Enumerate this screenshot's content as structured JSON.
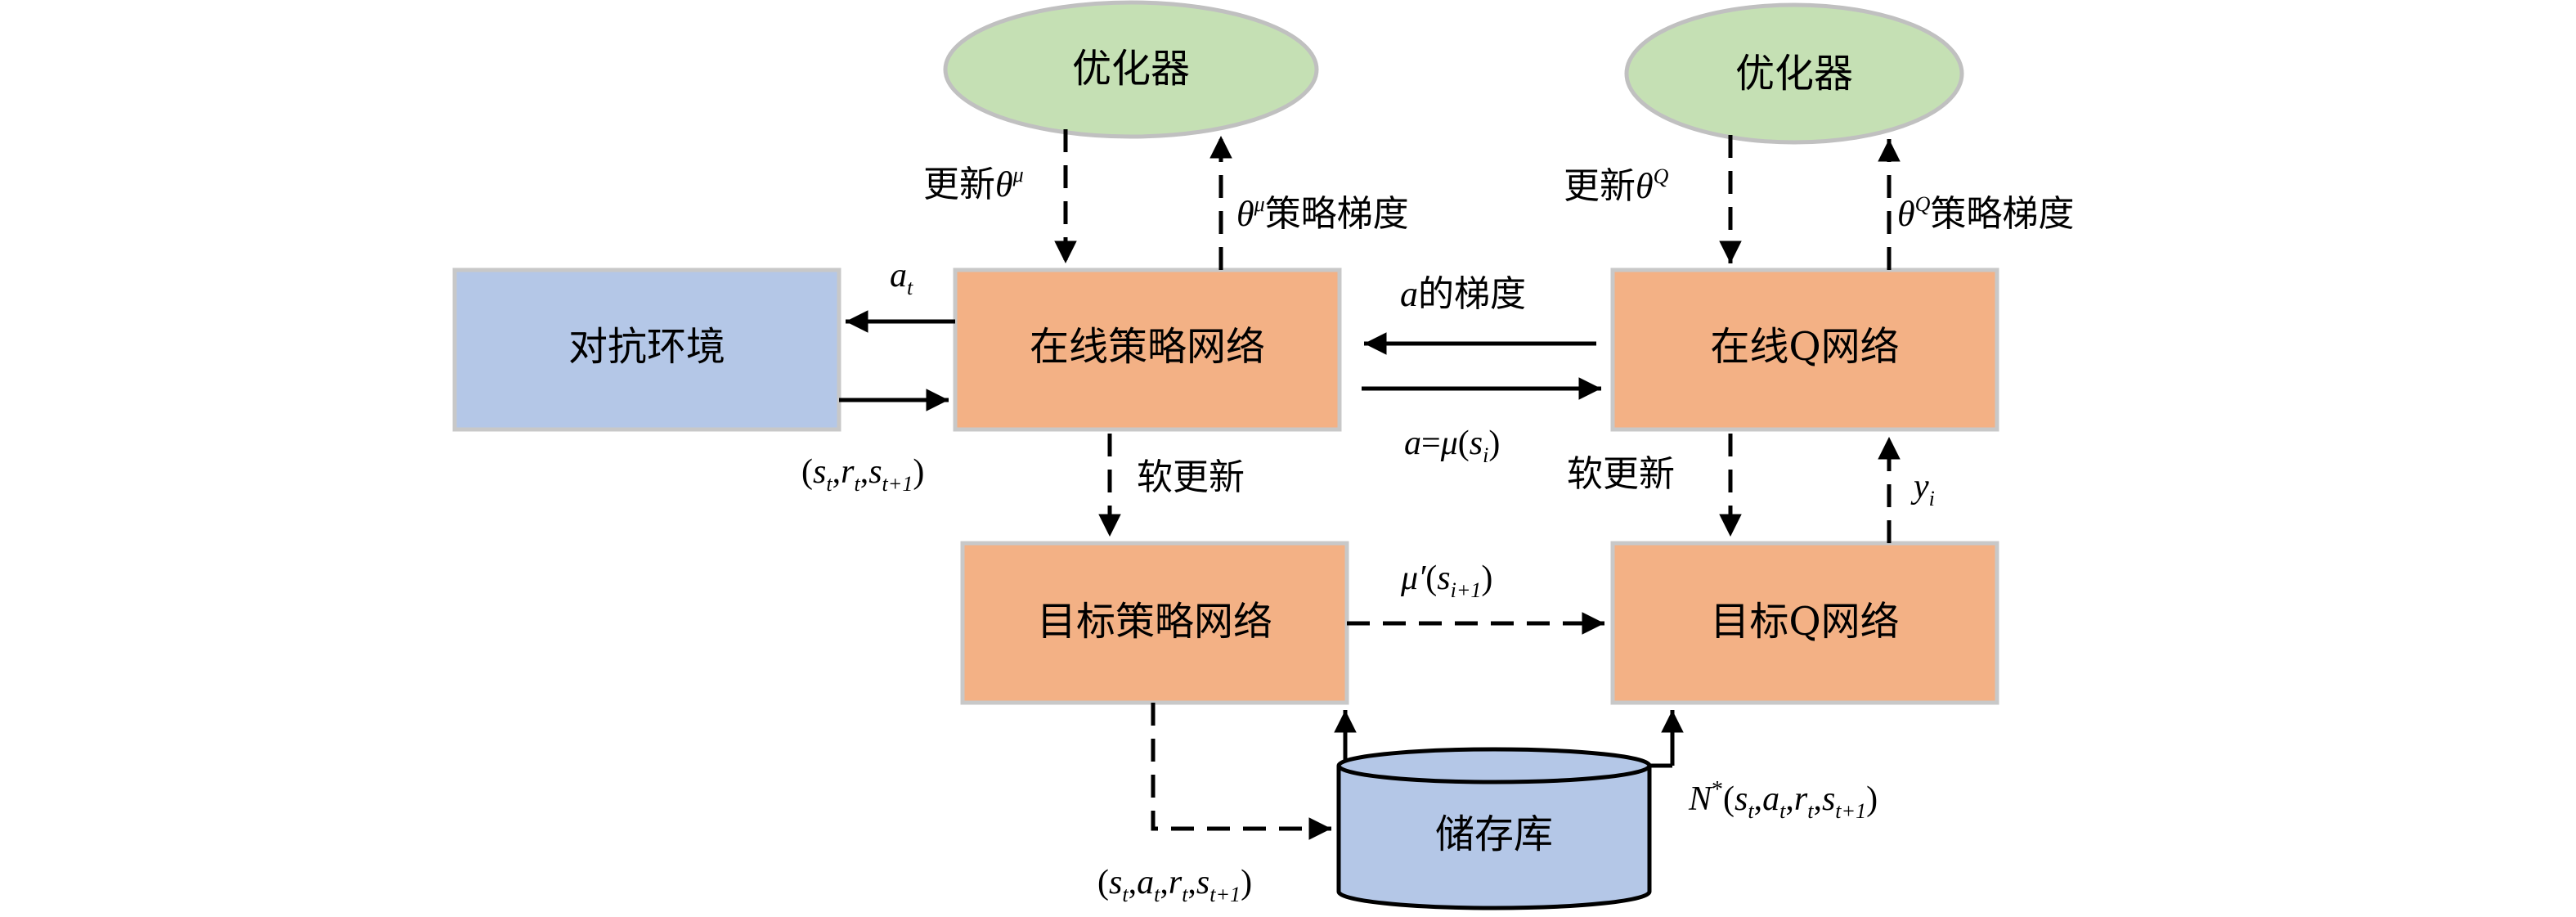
{
  "diagram": {
    "title": "DDPG 算法框架",
    "colors": {
      "network_box": "#f3b185",
      "environment_box": "#b4c7e7",
      "optimizer": "#c5e0b4",
      "storage": "#b4c7e7",
      "border": "#c8c8c8"
    },
    "nodes": {
      "optimizer_left": "优化器",
      "optimizer_right": "优化器",
      "environment": "对抗环境",
      "online_policy": "在线策略网络",
      "online_q": "在线Q网络",
      "target_policy": "目标策略网络",
      "target_q": "目标Q网络",
      "storage": "储存库"
    },
    "labels": {
      "update_theta_mu": {
        "text": "更新",
        "symbol": "θ",
        "sup": "μ"
      },
      "theta_mu_gradient": {
        "symbol": "θ",
        "sup": "μ",
        "text": "策略梯度"
      },
      "update_theta_q": {
        "text": "更新",
        "symbol": "θ",
        "sup": "Q"
      },
      "theta_q_gradient": {
        "symbol": "θ",
        "sup": "Q",
        "text": "策略梯度"
      },
      "action_a_t": {
        "symbol": "a",
        "sub": "t"
      },
      "env_transition": "(s_t, r_t, s_{t+1})",
      "a_gradient": {
        "symbol": "a",
        "text": "的梯度"
      },
      "a_equals_mu": "a=μ(s_i)",
      "soft_update_left": "软更新",
      "soft_update_right": "软更新",
      "y_i": {
        "symbol": "y",
        "sub": "i"
      },
      "mu_prime": "μ′(s_{i+1})",
      "store_transition": "(s_t, a_t, r_t, s_{t+1})",
      "sample_minibatch": "N*(s_t, a_t, r_t, s_{t+1})"
    },
    "math_parts": {
      "s": "s",
      "r": "r",
      "a": "a",
      "t": "t",
      "i": "i",
      "N": "N",
      "star": "*",
      "t_plus_1": "t+1",
      "i_plus_1": "i+1",
      "lparen": "(",
      "rparen": ")",
      "comma": ",",
      "eq": "=",
      "mu": "μ",
      "mu_prime": "μ′"
    },
    "edges": [
      {
        "from": "optimizer_left",
        "to": "online_policy",
        "style": "dashed",
        "label": "更新θ^μ"
      },
      {
        "from": "online_policy",
        "to": "optimizer_left",
        "style": "dashed",
        "label": "θ^μ策略梯度"
      },
      {
        "from": "optimizer_right",
        "to": "online_q",
        "style": "dashed",
        "label": "更新θ^Q"
      },
      {
        "from": "online_q",
        "to": "optimizer_right",
        "style": "dashed",
        "label": "θ^Q策略梯度"
      },
      {
        "from": "online_policy",
        "to": "environment",
        "style": "solid",
        "label": "a_t"
      },
      {
        "from": "environment",
        "to": "online_policy",
        "style": "solid",
        "label": "(s_t,r_t,s_{t+1})"
      },
      {
        "from": "online_q",
        "to": "online_policy",
        "style": "solid",
        "label": "a的梯度"
      },
      {
        "from": "online_policy",
        "to": "online_q",
        "style": "solid",
        "label": "a=μ(s_i)"
      },
      {
        "from": "online_policy",
        "to": "target_policy",
        "style": "dashed",
        "label": "软更新"
      },
      {
        "from": "online_q",
        "to": "target_q",
        "style": "dashed",
        "label": "软更新"
      },
      {
        "from": "target_q",
        "to": "online_q",
        "style": "dashed",
        "label": "y_i"
      },
      {
        "from": "target_policy",
        "to": "target_q",
        "style": "dashed",
        "label": "μ′(s_{i+1})"
      },
      {
        "from": "target_policy",
        "to": "storage",
        "style": "dashed",
        "label": "(s_t,a_t,r_t,s_{t+1})"
      },
      {
        "from": "storage",
        "to": "target_policy",
        "style": "solid",
        "label": ""
      },
      {
        "from": "storage",
        "to": "target_q",
        "style": "solid",
        "label": "N*(s_t,a_t,r_t,s_{t+1})"
      }
    ]
  }
}
